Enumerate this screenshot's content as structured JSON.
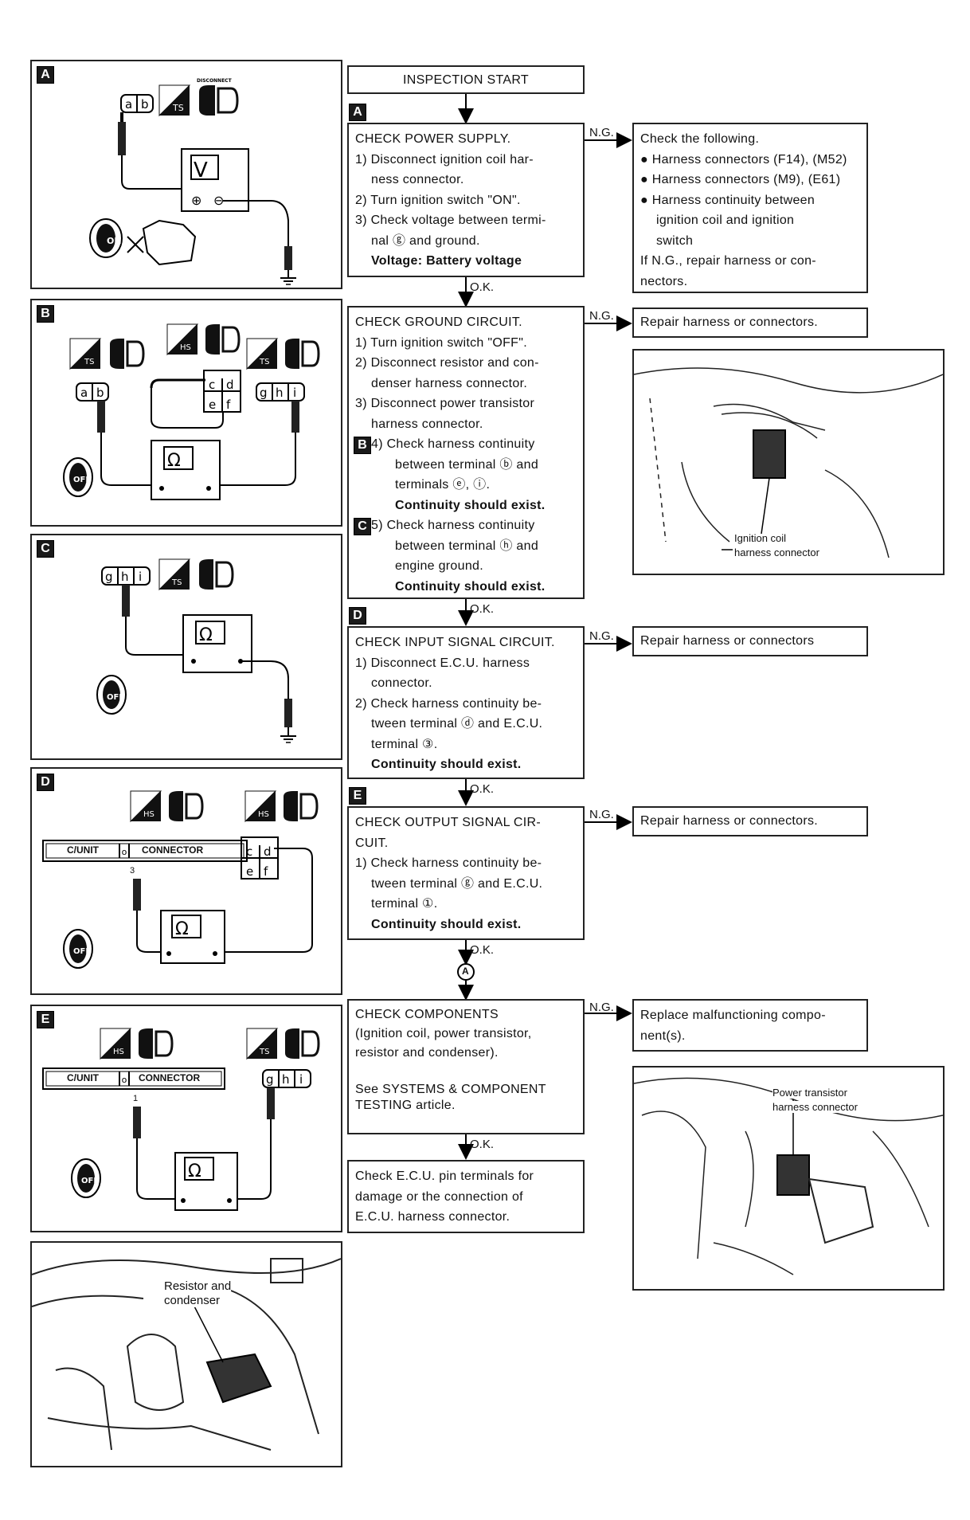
{
  "panels": {
    "A": {
      "tag": "A",
      "meter": "V",
      "key": "ON"
    },
    "B": {
      "tag": "B",
      "meter": "Ω",
      "key": "OFF"
    },
    "C": {
      "tag": "C",
      "meter": "Ω",
      "key": "OFF"
    },
    "D": {
      "tag": "D",
      "meter": "Ω",
      "key": "OFF",
      "unit_label": "C/UNIT",
      "connector_label": "CONNECTOR",
      "pin": "3"
    },
    "E": {
      "tag": "E",
      "meter": "Ω",
      "key": "OFF",
      "unit_label": "C/UNIT",
      "connector_label": "CONNECTOR",
      "pin": "1"
    },
    "photo_resistor": {
      "caption_1": "Resistor and",
      "caption_2": "condenser"
    },
    "photo_ignition": {
      "caption_1": "Ignition coil",
      "caption_2": "harness connector"
    },
    "photo_transistor": {
      "caption_1": "Power transistor",
      "caption_2": "harness connector"
    }
  },
  "flow": {
    "start": "INSPECTION START",
    "step_A": {
      "tag": "A",
      "title": "CHECK POWER SUPPLY.",
      "l1": "1) Disconnect ignition coil har-",
      "l2": "ness connector.",
      "l3": "2) Turn ignition switch \"ON\".",
      "l4": "3) Check voltage between termi-",
      "l5": "nal ⓖ and ground.",
      "l6": "Voltage: Battery voltage"
    },
    "ng_A": {
      "l1": "Check the following.",
      "l2": "● Harness connectors (F14), (M52)",
      "l3": "● Harness connectors (M9), (E61)",
      "l4": "● Harness continuity between",
      "l5": "ignition coil and ignition",
      "l6": "switch",
      "l7": "If N.G., repair harness or con-",
      "l8": "nectors."
    },
    "step_B": {
      "title": "CHECK GROUND CIRCUIT.",
      "l1": "1) Turn ignition switch \"OFF\".",
      "l2": "2) Disconnect resistor and con-",
      "l3": "denser harness connector.",
      "l4": "3) Disconnect power transistor",
      "l5": "harness connector.",
      "tagB": "B",
      "l6": "4) Check harness continuity",
      "l7": "between terminal ⓑ and",
      "l8": "terminals ⓔ, ⓘ.",
      "l9": "Continuity should exist.",
      "tagC": "C",
      "l10": "5) Check harness continuity",
      "l11": "between terminal ⓗ and",
      "l12": "engine ground.",
      "l13": "Continuity should exist."
    },
    "ng_B": "Repair harness or connectors.",
    "step_D": {
      "tag": "D",
      "title": "CHECK INPUT SIGNAL CIRCUIT.",
      "l1": "1) Disconnect E.C.U. harness",
      "l2": "connector.",
      "l3": "2) Check harness continuity be-",
      "l4": "tween terminal ⓓ and E.C.U.",
      "l5": "terminal ③.",
      "l6": "Continuity should exist."
    },
    "ng_D": "Repair harness or connectors",
    "step_E": {
      "tag": "E",
      "title": "CHECK OUTPUT SIGNAL CIR-",
      "title2": "CUIT.",
      "l1": "1) Check harness continuity be-",
      "l2": "tween terminal ⓖ and E.C.U.",
      "l3": "terminal ①.",
      "l4": "Continuity should exist."
    },
    "ng_E": "Repair harness or connectors.",
    "connector_A": "A",
    "step_F": {
      "title": "CHECK COMPONENTS",
      "l1": "(Ignition coil, power transistor,",
      "l2": "resistor and condenser).",
      "l3": "See SYSTEMS & COMPONENT",
      "l4": "TESTING article."
    },
    "ng_F": {
      "l1": "Replace malfunctioning compo-",
      "l2": "nent(s)."
    },
    "final": {
      "l1": "Check E.C.U. pin terminals for",
      "l2": "damage or the connection of",
      "l3": "E.C.U. harness connector."
    },
    "ok": "O.K.",
    "ng": "N.G."
  }
}
